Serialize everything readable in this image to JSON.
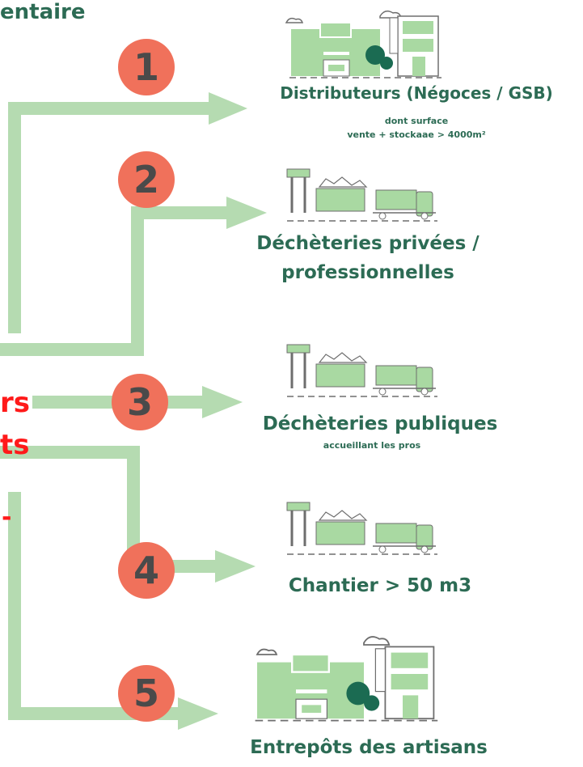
{
  "header": {
    "title_fragment": "entaire"
  },
  "left_fragments": [
    "rs",
    "ts",
    "-"
  ],
  "nodes": [
    {
      "number": "1",
      "label": "Distributeurs (Négoces / GSB)",
      "sublabel_1": "dont surface",
      "sublabel_2": "vente + stockaae > 4000m²",
      "illustration": "store-and-furniture-building-illustration"
    },
    {
      "number": "2",
      "label_1": "Déchèteries privées /",
      "label_2": "professionnelles",
      "illustration": "waste-skip-and-truck-illustration"
    },
    {
      "number": "3",
      "label": "Déchèteries publiques",
      "sublabel": "accueillant les pros",
      "illustration": "waste-skip-and-truck-illustration"
    },
    {
      "number": "4",
      "label": "Chantier > 50 m3",
      "illustration": "waste-skip-and-truck-illustration"
    },
    {
      "number": "5",
      "label": "Entrepôts des artisans",
      "illustration": "store-and-furniture-building-illustration"
    }
  ],
  "colors": {
    "arrow": "#b5dbb1",
    "badge": "#f0715b",
    "badge_text": "#4a4a4a",
    "label": "#2c6b54",
    "accent_red": "#ff1a1a",
    "illustration_green": "#a9d9a2",
    "illustration_line": "#6e6e6e",
    "tree": "#1b6b52"
  }
}
